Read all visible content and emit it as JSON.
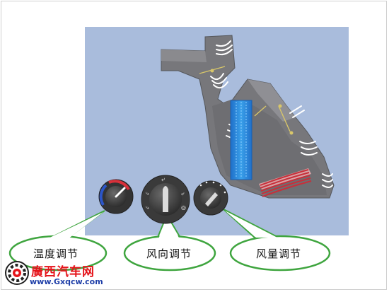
{
  "labels": {
    "temperature": "温度调节",
    "airflow_direction": "风向调节",
    "air_volume": "风量调节"
  },
  "logo": {
    "title": "廣西汽车网",
    "url": "www.Gxqcw.com"
  },
  "colors": {
    "panel": "#a9bcdc",
    "bubble_fill": "#ffffff",
    "bubble_stroke": "#3fa53f",
    "housing": "#77777b",
    "evaporator": "#2a86d6",
    "heater_core": "#d9a3a7",
    "logo_red": "#e5151b",
    "logo_blue": "#1f3fa8"
  }
}
